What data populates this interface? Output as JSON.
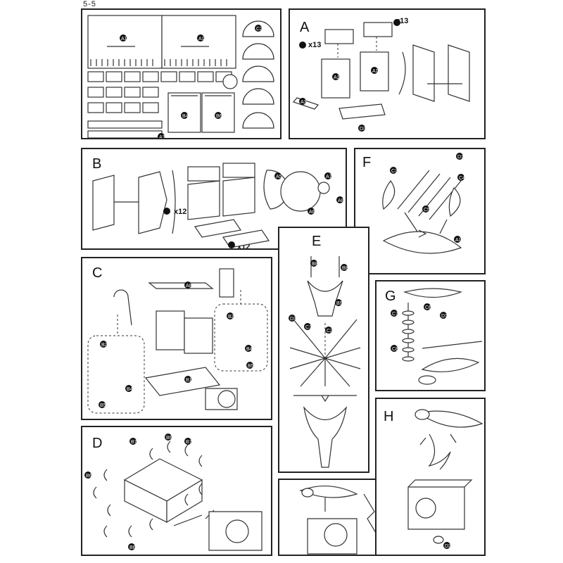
{
  "page_id": "5-5",
  "panels": [
    {
      "id": "sheet",
      "label": ""
    },
    {
      "id": "A",
      "label": "A"
    },
    {
      "id": "B",
      "label": "B"
    },
    {
      "id": "C",
      "label": "C"
    },
    {
      "id": "D",
      "label": "D"
    },
    {
      "id": "E",
      "label": "E"
    },
    {
      "id": "F",
      "label": "F"
    },
    {
      "id": "G",
      "label": "G"
    },
    {
      "id": "H",
      "label": "H"
    }
  ],
  "quantities": {
    "a2": "x13",
    "a4": "x13",
    "b_a4": "x12",
    "b_a3": "x12"
  },
  "parts": {
    "a1": "A1",
    "a2": "A2",
    "a3": "A3",
    "a4": "A4",
    "a5": "A5",
    "a6": "A6",
    "a7": "A7",
    "a8": "A8",
    "b1": "B1",
    "b2": "B2",
    "b3": "B3",
    "b4": "B4",
    "b5": "B5",
    "b6": "B6",
    "b7": "B7",
    "b8": "B8",
    "b9": "B9",
    "c1": "C1",
    "c2": "C2",
    "c3": "C3",
    "c4": "C4",
    "c5": "C5",
    "c6": "C6",
    "c7": "C7",
    "c8": "C8",
    "d1": "D1",
    "d2": "D2",
    "d3": "D3"
  }
}
